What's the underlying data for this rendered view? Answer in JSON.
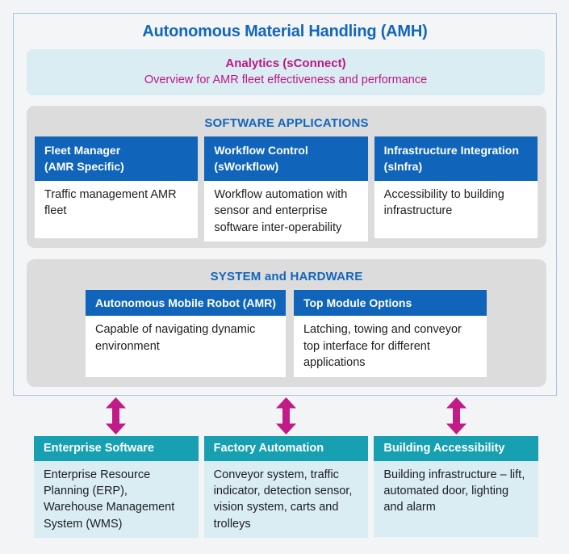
{
  "colors": {
    "page-bg": "#f3f4f6",
    "container-bg": "#f4f5f7",
    "border": "#a7c2e2",
    "blue": "#1266bc",
    "header-blue": "#1065ba",
    "magenta": "#be1782",
    "arrow": "#c21a87",
    "teal": "#16a0b2",
    "cyan-light": "#d9edf3",
    "gray": "#dcdcdd",
    "card-bg": "#ffffff",
    "text": "#1d1d1f"
  },
  "diagram": {
    "title": "Autonomous Material Handling (AMH)",
    "analytics": {
      "title": "Analytics (sConnect)",
      "subtitle": "Overview for AMR fleet effectiveness and performance"
    },
    "software_applications": {
      "title": "SOFTWARE APPLICATIONS",
      "cards": [
        {
          "title_line1": "Fleet Manager",
          "title_line2": "(AMR Specific)",
          "body": "Traffic management AMR fleet"
        },
        {
          "title_line1": "Workflow Control",
          "title_line2": "(sWorkflow)",
          "body": "Workflow automation with sensor and enterprise software inter-operability"
        },
        {
          "title_line1": "Infrastructure Integration",
          "title_line2": "(sInfra)",
          "body": "Accessibility to building infrastructure"
        }
      ]
    },
    "system_hardware": {
      "title": "SYSTEM and HARDWARE",
      "cards": [
        {
          "title": "Autonomous Mobile Robot (AMR)",
          "body": "Capable of navigating dynamic environment"
        },
        {
          "title": "Top Module Options",
          "body": "Latching, towing and conveyor top interface for different applications"
        }
      ]
    },
    "external_systems": [
      {
        "title": "Enterprise Software",
        "body": "Enterprise Resource Planning (ERP), Warehouse Management System (WMS)"
      },
      {
        "title": "Factory Automation",
        "body": "Conveyor system, traffic indicator, detection sensor, vision system, carts and trolleys"
      },
      {
        "title": "Building Accessibility",
        "body": "Building infrastructure – lift, automated door, lighting and alarm"
      }
    ]
  }
}
